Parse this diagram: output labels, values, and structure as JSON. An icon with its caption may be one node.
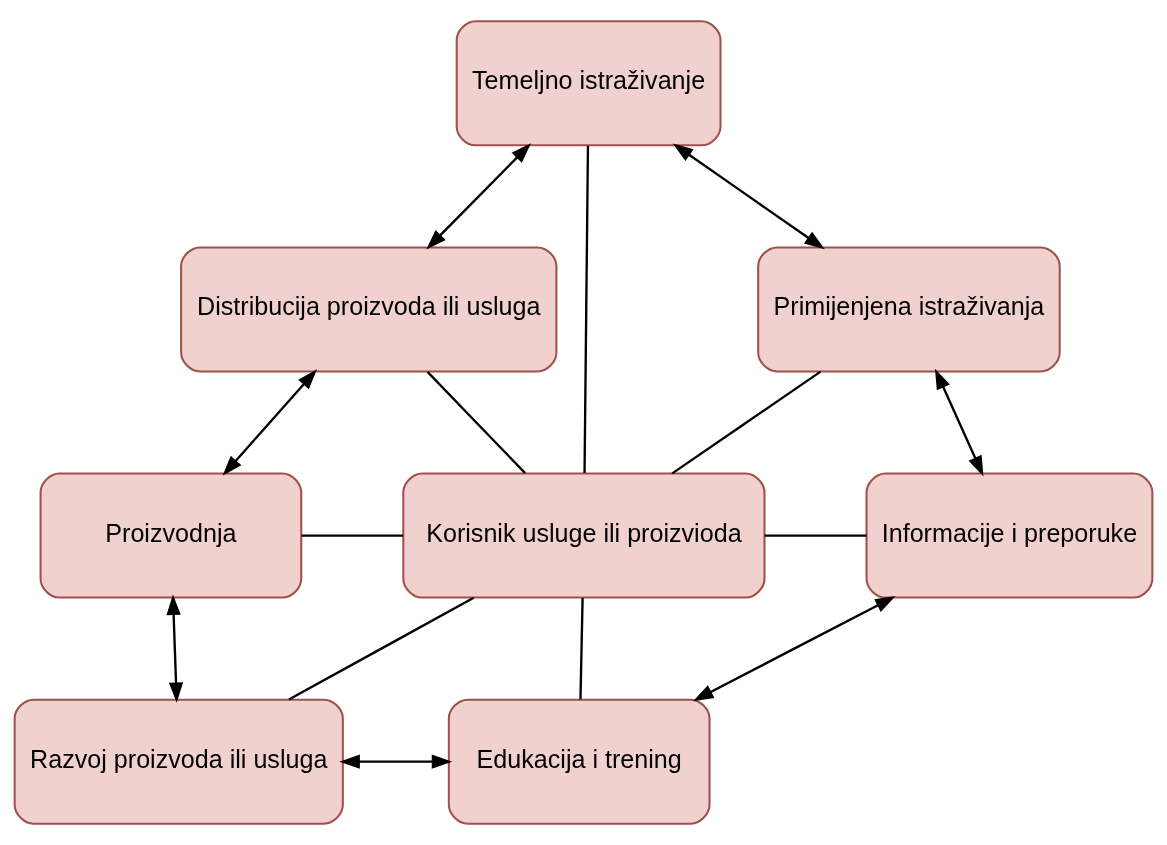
{
  "diagram": {
    "nodes": [
      {
        "text": [
          "Temeljno istraživanje"
        ]
      },
      {
        "text": [
          "Distribucija proizvoda ili usluga"
        ]
      },
      {
        "text": [
          "Primijenjena istraživanja"
        ]
      },
      {
        "text": [
          "Korisnik usluge ili proizvioda"
        ]
      },
      {
        "text": [
          "Proizvodnja"
        ]
      },
      {
        "text": [
          "Informacije i preporuke"
        ]
      },
      {
        "text": [
          "Razvoj proizvoda ili usluga"
        ]
      },
      {
        "text": [
          "Edukacija i trening"
        ]
      }
    ],
    "edges": [
      {
        "from": 0,
        "to": 1,
        "arrow": "both"
      },
      {
        "from": 0,
        "to": 2,
        "arrow": "both"
      },
      {
        "from": 1,
        "to": 4,
        "arrow": "both"
      },
      {
        "from": 2,
        "to": 5,
        "arrow": "both"
      },
      {
        "from": 4,
        "to": 6,
        "arrow": "both"
      },
      {
        "from": 6,
        "to": 7,
        "arrow": "both"
      },
      {
        "from": 5,
        "to": 7,
        "arrow": "both"
      },
      {
        "from": 3,
        "to": 0,
        "arrow": "none"
      },
      {
        "from": 3,
        "to": 1,
        "arrow": "none"
      },
      {
        "from": 3,
        "to": 2,
        "arrow": "none"
      },
      {
        "from": 3,
        "to": 4,
        "arrow": "none"
      },
      {
        "from": 3,
        "to": 5,
        "arrow": "none"
      },
      {
        "from": 3,
        "to": 6,
        "arrow": "none"
      },
      {
        "from": 3,
        "to": 7,
        "arrow": "none"
      }
    ]
  }
}
